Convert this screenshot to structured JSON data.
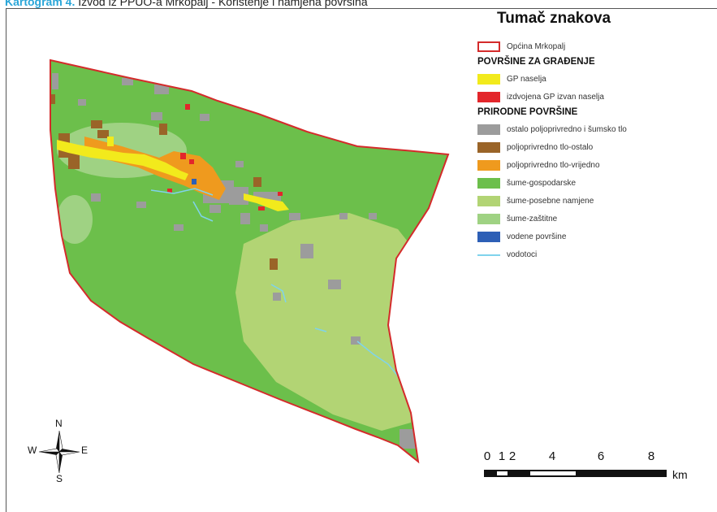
{
  "caption": {
    "label": "Kartogram 4.",
    "text": "Izvod iz PPUO-a Mrkopalj - Korištenje i namjena površina"
  },
  "legend": {
    "title": "Tumač znakova",
    "boundary": {
      "label": "Općina Mrkopalj",
      "color": "#d42b2b"
    },
    "sections": [
      {
        "title": "POVRŠINE ZA GRAĐENJE",
        "items": [
          {
            "label": "GP naselja",
            "color": "#f2ea1c"
          },
          {
            "label": "izdvojena GP izvan naselja",
            "color": "#e3262b"
          }
        ]
      },
      {
        "title": "PRIRODNE POVRŠINE",
        "items": [
          {
            "label": "ostalo poljoprivredno i šumsko tlo",
            "color": "#9c9c9c"
          },
          {
            "label": "poljoprivredno tlo-ostalo",
            "color": "#9a6428"
          },
          {
            "label": "poljoprivredno tlo-vrijedno",
            "color": "#ef9a1e"
          },
          {
            "label": "šume-gospodarske",
            "color": "#6cbf4b"
          },
          {
            "label": "šume-posebne namjene",
            "color": "#b2d474"
          },
          {
            "label": "šume-zaštitne",
            "color": "#9fd283"
          },
          {
            "label": "vodene površine",
            "color": "#2d5fb6"
          },
          {
            "label": "vodotoci",
            "color": "#7fd3ec",
            "kind": "line"
          }
        ]
      }
    ]
  },
  "compass": {
    "n": "N",
    "s": "S",
    "e": "E",
    "w": "W"
  },
  "scale": {
    "ticks": [
      "0",
      "1",
      "2",
      "4",
      "6",
      "8"
    ],
    "unit": "km"
  }
}
